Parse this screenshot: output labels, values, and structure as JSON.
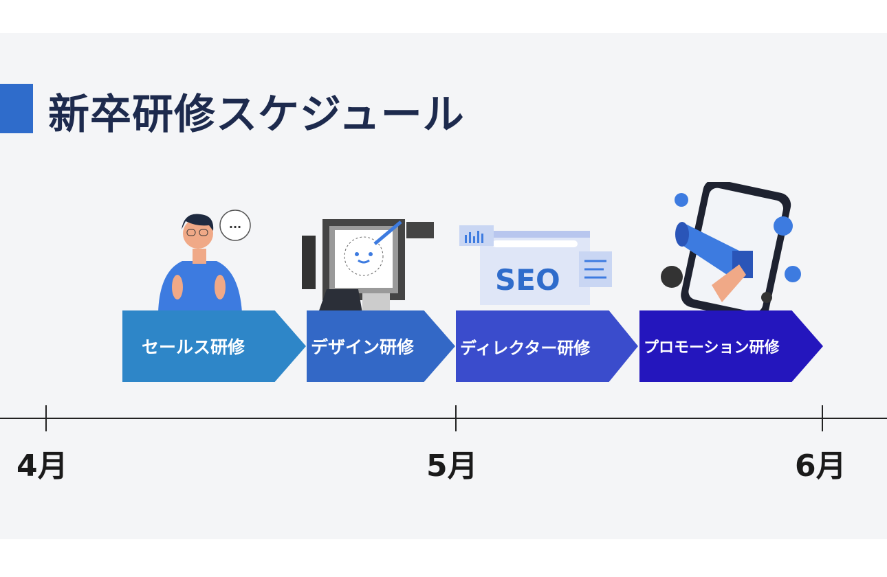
{
  "title": "新卒研修スケジュール",
  "phases": [
    {
      "label": "セールス研修",
      "color": "#2e86c8",
      "icon": "salesperson-illustration"
    },
    {
      "label": "デザイン研修",
      "color": "#3368c6",
      "icon": "design-illustration"
    },
    {
      "label": "ディレクター研修",
      "color": "#3a4ccc",
      "icon": "seo-illustration"
    },
    {
      "label": "プロモーション研修",
      "color": "#2416bd",
      "icon": "megaphone-illustration"
    }
  ],
  "seo_text": "SEO",
  "speech_bubble": "...",
  "timeline": {
    "months": [
      "4月",
      "5月",
      "6月"
    ]
  }
}
